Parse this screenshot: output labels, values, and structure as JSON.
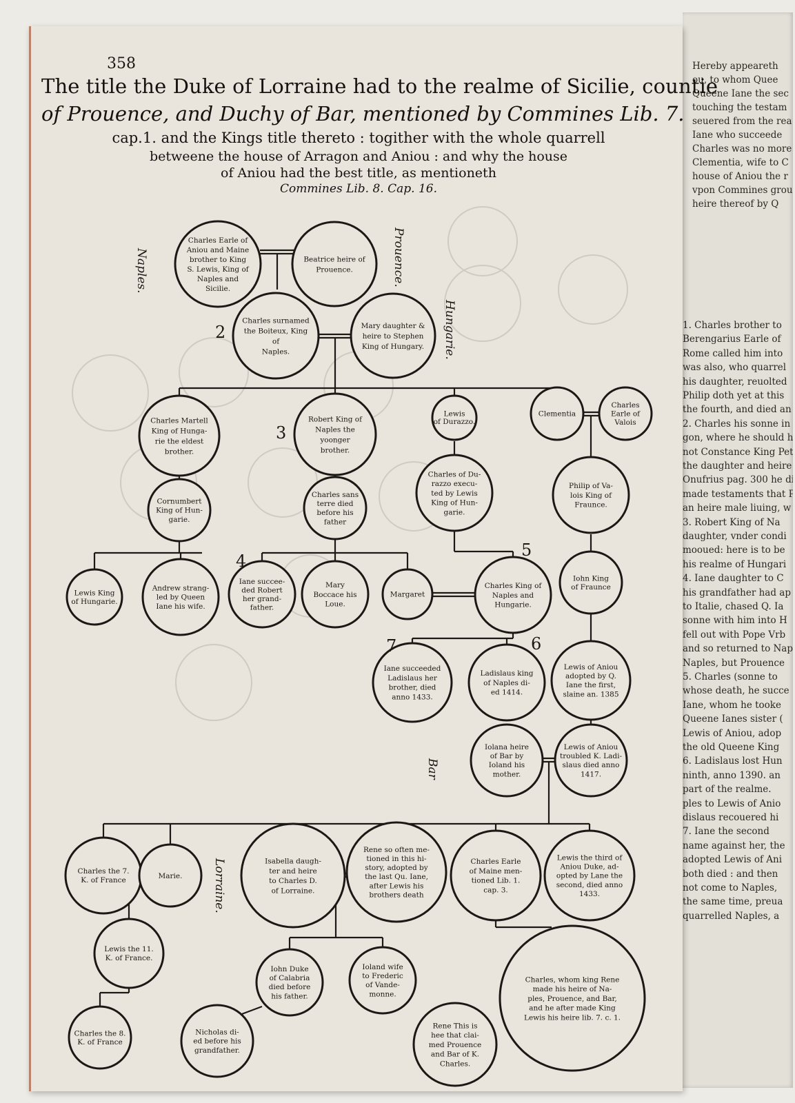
{
  "page": {
    "number": "358",
    "title": [
      "The title the Duke of Lorraine had to the realme of Sicilie, countie",
      "of Prouence, and Duchy of Bar, mentioned by Commines Lib. 7.",
      "cap.1. and the Kings title thereto : togither with the whole quarrell",
      "betweene the house of Arragon and Aniou : and why the house",
      "of Aniou had the best title, as mentioneth",
      "Commines Lib. 8. Cap. 16."
    ]
  },
  "regions": {
    "naples": "Naples.",
    "prouence": "Prouence.",
    "hungarie": "Hungarie.",
    "bar": "Bar",
    "lorraine": "Lorraine."
  },
  "generation_numbers": {
    "g2": "2",
    "g3": "3",
    "g4": "4",
    "g5": "5",
    "g6": "6",
    "g7": "7"
  },
  "persons": {
    "charles_aniou": [
      "Charles Earle of",
      "Aniou and Maine",
      "brother to King",
      "S. Lewis, King of",
      "Naples and",
      "Sicilie."
    ],
    "beatrice": [
      "Beatrice heire of",
      "Prouence."
    ],
    "charles_boiteux": [
      "Charles surnamed",
      "the Boiteux, King",
      "of",
      "Naples."
    ],
    "mary_hungary": [
      "Mary daughter &",
      "heire to Stephen",
      "King of Hungary."
    ],
    "charles_martel": [
      "Charles Martell",
      "King of Hunga-",
      "rie the eldest",
      "brother."
    ],
    "robert": [
      "Robert King of",
      "Naples the",
      "yoonger",
      "brother."
    ],
    "lewis_durazzo": [
      "Lewis",
      "of Durazzo."
    ],
    "clementia": [
      "Clementia"
    ],
    "charles_valois": [
      "Charles",
      "Earle of",
      "Valois"
    ],
    "cornumbert": [
      "Cornumbert",
      "King of Hun-",
      "garie."
    ],
    "charles_sans_terre": [
      "Charles sans",
      "terre died",
      "before his",
      "father"
    ],
    "charles_durazzo": [
      "Charles of Du-",
      "razzo execu-",
      "ted by Lewis",
      "King of Hun-",
      "garie."
    ],
    "philip_valois": [
      "Philip of Va-",
      "lois King of",
      "Fraunce."
    ],
    "lewis_hungarie": [
      "Lewis King",
      "of Hungarie."
    ],
    "andrew": [
      "Andrew strang-",
      "led by Queen",
      "Iane his wife."
    ],
    "iane": [
      "Iane succee-",
      "ded Robert",
      "her grand-",
      "father."
    ],
    "mary_boccace": [
      "Mary",
      "Boccace his",
      "Loue."
    ],
    "margaret": [
      "Margaret"
    ],
    "charles_naples_hungarie": [
      "Charles King of",
      "Naples and",
      "Hungarie."
    ],
    "iohn_fraunce": [
      "Iohn King",
      "of Fraunce"
    ],
    "iane2": [
      "Iane succeeded",
      "Ladislaus her",
      "brother, died",
      "anno 1433."
    ],
    "ladislaus": [
      "Ladislaus king",
      "of Naples di-",
      "ed 1414."
    ],
    "lewis_aniou_1": [
      "Lewis of Aniou",
      "adopted by Q.",
      "Iane the first,",
      "slaine an. 1385"
    ],
    "iolana": [
      "Iolana heire",
      "of Bar by",
      "Ioland his",
      "mother."
    ],
    "lewis_aniou_2": [
      "Lewis of Aniou",
      "troubled K. Ladi-",
      "slaus died anno",
      "1417."
    ],
    "charles_vii": [
      "Charles the 7.",
      "K. of France"
    ],
    "marie": [
      "Marie."
    ],
    "isabella": [
      "Isabella daugh-",
      "ter and heire",
      "to Charles D.",
      "of Lorraine."
    ],
    "rene": [
      "Rene so often me-",
      "tioned in this hi-",
      "story, adopted by",
      "the last Qu. Iane,",
      "after Lewis his",
      "brothers death"
    ],
    "charles_maine": [
      "Charles Earle",
      "of Maine men-",
      "tioned Lib. 1.",
      "cap. 3."
    ],
    "lewis_third": [
      "Lewis the third of",
      "Aniou Duke, ad-",
      "opted by Lane the",
      "second, died anno",
      "1433."
    ],
    "lewis_xi": [
      "Lewis the 11.",
      "K. of France."
    ],
    "iohn_calabria": [
      "Iohn Duke",
      "of Calabria",
      "died before",
      "his father."
    ],
    "ioland_wife": [
      "Ioland wife",
      "to Frederic",
      "of Vande-",
      "monne."
    ],
    "charles_heir": [
      "Charles, whom king Rene",
      "made his heire of Na-",
      "ples, Prouence, and Bar,",
      "and he after made King",
      "Lewis his heire lib. 7. c. 1."
    ],
    "charles_viii": [
      "Charles the 8.",
      "K. of France"
    ],
    "nicholas": [
      "Nicholas di-",
      "ed before his",
      "grandfather."
    ],
    "rene_this": [
      "Rene This is",
      "hee that clai-",
      "med Prouence",
      "and Bar of K.",
      "Charles."
    ]
  },
  "right_page_lines": [
    "Hereby appeareth",
    "ou, to whom Quee",
    "Queene Iane the sec",
    "touching the testam",
    "seuered from the rea",
    "Iane who succeede",
    "Charles was no more",
    "Clementia, wife to C",
    "house of Aniou the r",
    "vpon Commines grou",
    "heire thereof by Q",
    "1. Charles brother to",
    "Berengarius Earle of",
    "Rome called him into",
    "was also, who quarrel",
    "his daughter, reuolted",
    "Philip doth yet at this",
    "the fourth, and died an",
    "2. Charles his sonne in",
    "gon, where he should h",
    "not Constance King Peter",
    "the daughter and heire",
    "Onufrius pag. 300 he di",
    "made testaments that P",
    "an heire male liuing, w",
    "3. Robert King of Na",
    "daughter, vnder condi",
    "mooued: here is to be",
    "his realme of Hungari",
    "4. Iane daughter to C",
    "his grandfather had ap",
    "to Italie, chased Q. Ia",
    "sonne with him into H",
    "fell out with Pope Vrb",
    "and so returned to Nap",
    "Naples, but Prouence",
    "5. Charles (sonne to",
    "whose death, he succe",
    "Iane, whom he tooke",
    "Queene Ianes sister (",
    "Lewis of Aniou, adop",
    "the old Queene King",
    "6. Ladislaus lost Hun",
    "ninth, anno 1390. an",
    "part of the realme.",
    "ples to Lewis of Anio",
    "dislaus recouered hi",
    "7. Iane the second",
    "name against her, the",
    "adopted Lewis of Ani",
    "both died : and then",
    "not come to Naples,",
    "the same time, preua",
    "quarrelled Naples, a"
  ]
}
